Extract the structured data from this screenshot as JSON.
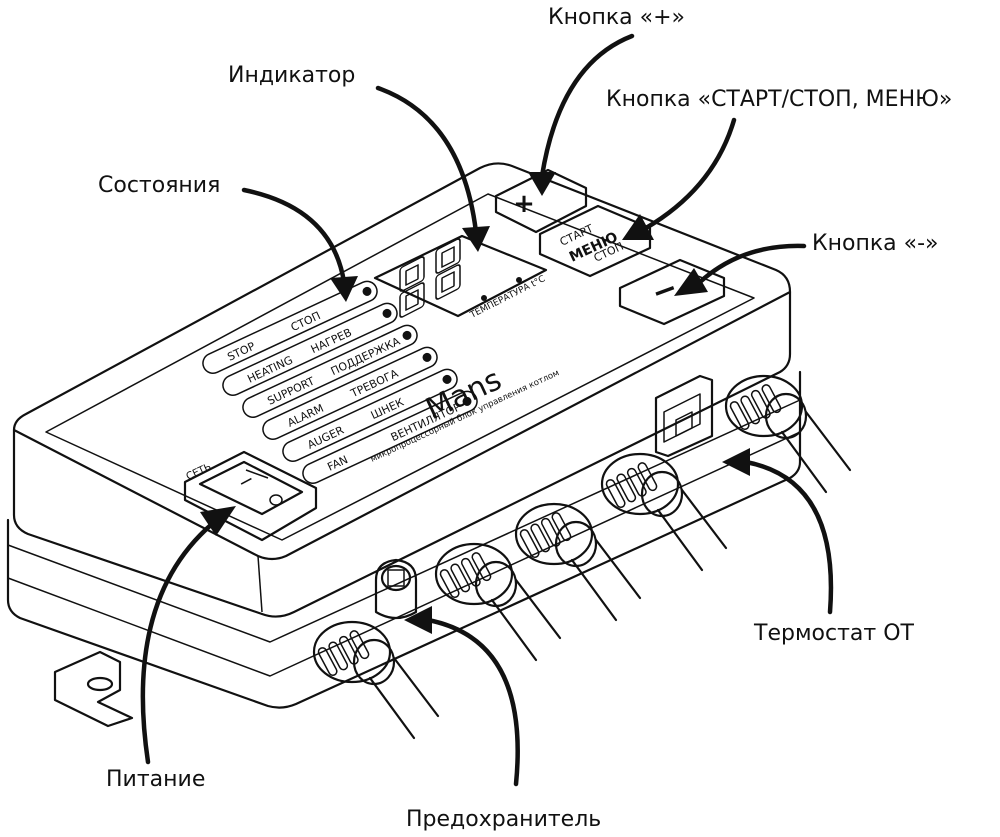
{
  "callouts": {
    "plus_button": "Кнопка «+»",
    "indicator": "Индикатор",
    "start_stop_menu": "Кнопка «СТАРТ/СТОП, МЕНЮ»",
    "states": "Состояния",
    "minus_button": "Кнопка «-»",
    "thermostat": "Термостат ОТ",
    "power": "Питание",
    "fuse": "Предохранитель"
  },
  "panel": {
    "brand": "Mans",
    "subtitle": "микропроцессорный блок управления котлом",
    "temperature_label": "ТЕМПЕРАТУРА t°C",
    "display_value": "88",
    "power_switch_label": "СЕТЬ",
    "power_on_symbol": "I",
    "power_off_symbol": "O"
  },
  "buttons": {
    "plus": "+",
    "minus": "−",
    "start": "СТАРТ",
    "menu": "МЕНЮ",
    "stop": "СТОП"
  },
  "states": [
    {
      "en": "STOP",
      "ru": "СТОП"
    },
    {
      "en": "HEATING",
      "ru": "НАГРЕВ"
    },
    {
      "en": "SUPPORT",
      "ru": "ПОДДЕРЖКА"
    },
    {
      "en": "ALARM",
      "ru": "ТРЕВОГА"
    },
    {
      "en": "AUGER",
      "ru": "ШНЕК"
    },
    {
      "en": "FAN",
      "ru": "ВЕНТИЛЯТОР"
    }
  ]
}
